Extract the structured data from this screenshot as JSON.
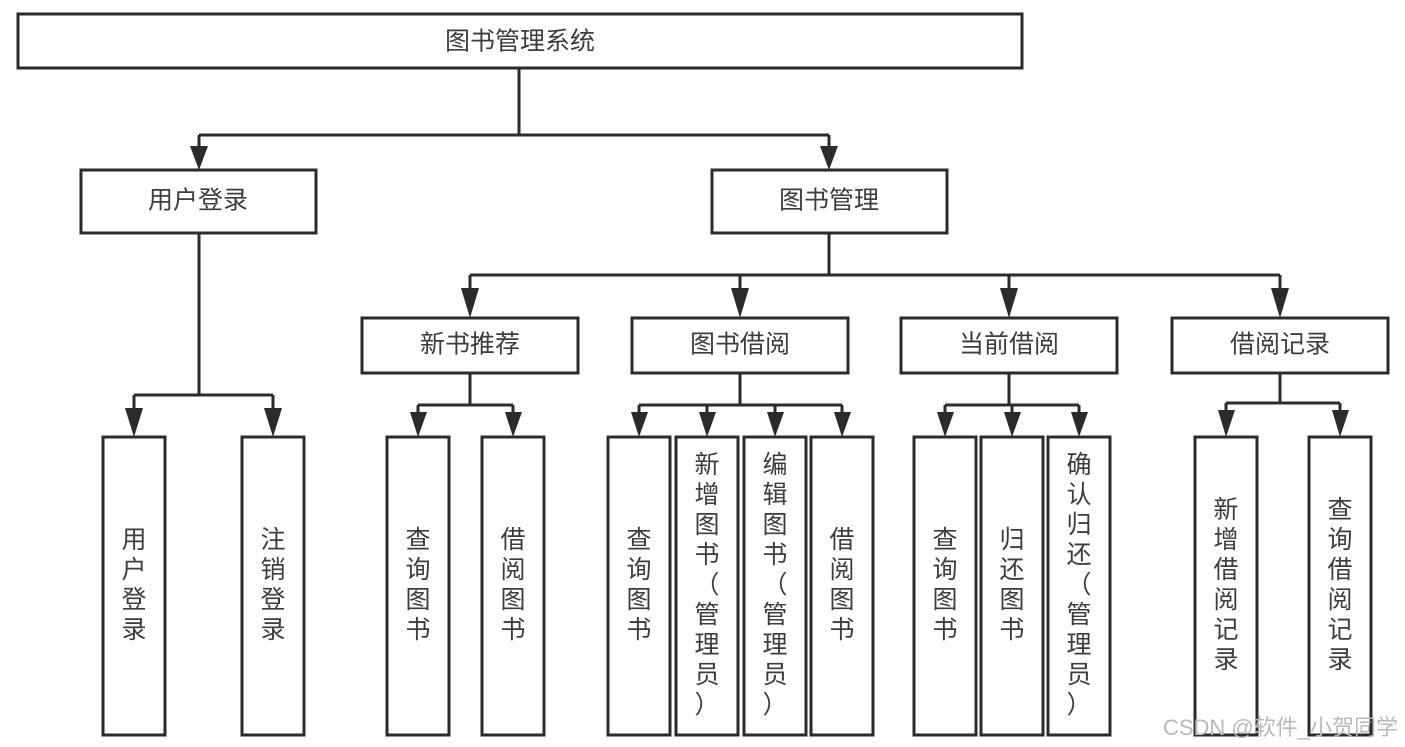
{
  "diagram": {
    "type": "tree",
    "title": "图书管理系统",
    "orientation": "top-down",
    "levels": 4,
    "colors": {
      "box_fill": "#ffffff",
      "box_stroke": "#2b2b2b",
      "text": "#3d3d3d",
      "background": "#ffffff",
      "watermark": "#b9b9b9"
    },
    "nodes": {
      "root": {
        "label": "图书管理系统",
        "level": 1,
        "orientation": "horizontal"
      },
      "l2_0": {
        "label": "用户登录",
        "level": 2,
        "orientation": "horizontal"
      },
      "l2_1": {
        "label": "图书管理",
        "level": 2,
        "orientation": "horizontal"
      },
      "l3_0": {
        "label": "新书推荐",
        "level": 3,
        "orientation": "horizontal"
      },
      "l3_1": {
        "label": "图书借阅",
        "level": 3,
        "orientation": "horizontal"
      },
      "l3_2": {
        "label": "当前借阅",
        "level": 3,
        "orientation": "horizontal"
      },
      "l3_3": {
        "label": "借阅记录",
        "level": 3,
        "orientation": "horizontal"
      },
      "leaf_0": {
        "label": "用户登录",
        "level": 4,
        "orientation": "vertical",
        "parent": "用户登录"
      },
      "leaf_1": {
        "label": "注销登录",
        "level": 4,
        "orientation": "vertical",
        "parent": "用户登录"
      },
      "leaf_2": {
        "label": "查询图书",
        "level": 4,
        "orientation": "vertical",
        "parent": "新书推荐"
      },
      "leaf_3": {
        "label": "借阅图书",
        "level": 4,
        "orientation": "vertical",
        "parent": "新书推荐"
      },
      "leaf_4": {
        "label": "查询图书",
        "level": 4,
        "orientation": "vertical",
        "parent": "图书借阅"
      },
      "leaf_5": {
        "label": "新增图书（管理员）",
        "level": 4,
        "orientation": "vertical",
        "parent": "图书借阅"
      },
      "leaf_6": {
        "label": "编辑图书（管理员）",
        "level": 4,
        "orientation": "vertical",
        "parent": "图书借阅"
      },
      "leaf_7": {
        "label": "借阅图书",
        "level": 4,
        "orientation": "vertical",
        "parent": "图书借阅"
      },
      "leaf_8": {
        "label": "查询图书",
        "level": 4,
        "orientation": "vertical",
        "parent": "当前借阅"
      },
      "leaf_9": {
        "label": "归还图书",
        "level": 4,
        "orientation": "vertical",
        "parent": "当前借阅"
      },
      "leaf_10": {
        "label": "确认归还（管理员）",
        "level": 4,
        "orientation": "vertical",
        "parent": "当前借阅"
      },
      "leaf_11": {
        "label": "新增借阅记录",
        "level": 4,
        "orientation": "vertical",
        "parent": "借阅记录"
      },
      "leaf_12": {
        "label": "查询借阅记录",
        "level": 4,
        "orientation": "vertical",
        "parent": "借阅记录"
      }
    }
  },
  "watermark": {
    "text": "CSDN @软件_小贺同学"
  }
}
